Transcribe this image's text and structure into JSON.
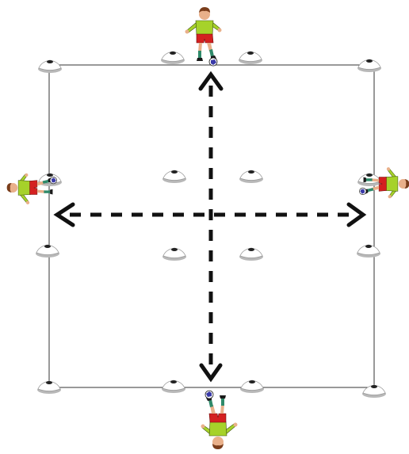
{
  "diagram": {
    "colors": {
      "background": "#ffffff",
      "field_line": "#333333",
      "arrow": "#111111",
      "cone_top": "#ffffff",
      "cone_shadow": "#b8b8b8",
      "cone_tip": "#222222",
      "shirt": "#a6d22a",
      "shorts": "#d42020",
      "skin": "#e9b08a",
      "hair": "#7a3d1b",
      "socks": "#2f8a6a",
      "boots": "#1a1a1a",
      "ball": "#3a3aa8"
    },
    "cones": [
      "cone-white"
    ],
    "players": [
      {
        "id": "top",
        "facing": "down"
      },
      {
        "id": "left",
        "facing": "right"
      },
      {
        "id": "right",
        "facing": "left"
      },
      {
        "id": "bottom",
        "facing": "up"
      }
    ],
    "arrows": [
      {
        "id": "vertical",
        "style": "dashed",
        "heads": "both"
      },
      {
        "id": "horizontal",
        "style": "dashed",
        "heads": "both"
      }
    ]
  }
}
